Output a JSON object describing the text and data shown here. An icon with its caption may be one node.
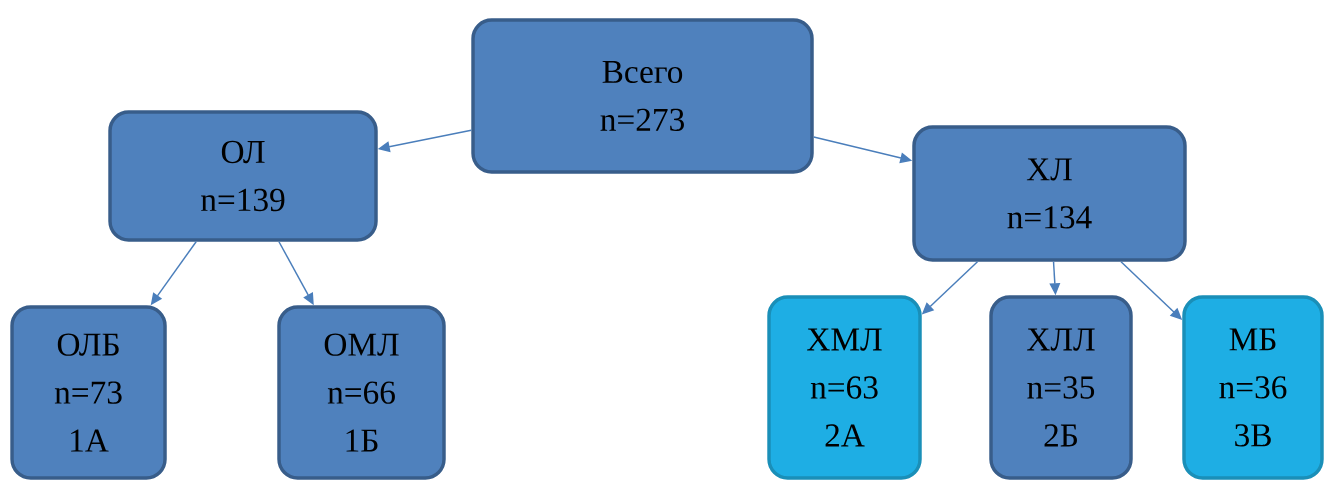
{
  "diagram": {
    "nodes": [
      {
        "text": [
          "Всего",
          "n=273"
        ]
      },
      {
        "text": [
          "ОЛ",
          "n=139"
        ]
      },
      {
        "text": [
          "ХЛ",
          "n=134"
        ]
      },
      {
        "text": [
          "ОЛБ",
          "n=73",
          "1А"
        ]
      },
      {
        "text": [
          "ОМЛ",
          "n=66",
          "1Б"
        ]
      },
      {
        "text": [
          "ХМЛ",
          "n=63",
          "2А"
        ]
      },
      {
        "text": [
          "ХЛЛ",
          "n=35",
          "2Б"
        ]
      },
      {
        "text": [
          "МБ",
          "n=36",
          "3В"
        ]
      }
    ],
    "edges": [
      {
        "from": 0,
        "to": 1,
        "arrow": "to"
      },
      {
        "from": 0,
        "to": 2,
        "arrow": "to"
      },
      {
        "from": 1,
        "to": 3,
        "arrow": "to"
      },
      {
        "from": 1,
        "to": 4,
        "arrow": "to"
      },
      {
        "from": 2,
        "to": 5,
        "arrow": "to"
      },
      {
        "from": 2,
        "to": 6,
        "arrow": "to"
      },
      {
        "from": 2,
        "to": 7,
        "arrow": "to"
      }
    ]
  }
}
